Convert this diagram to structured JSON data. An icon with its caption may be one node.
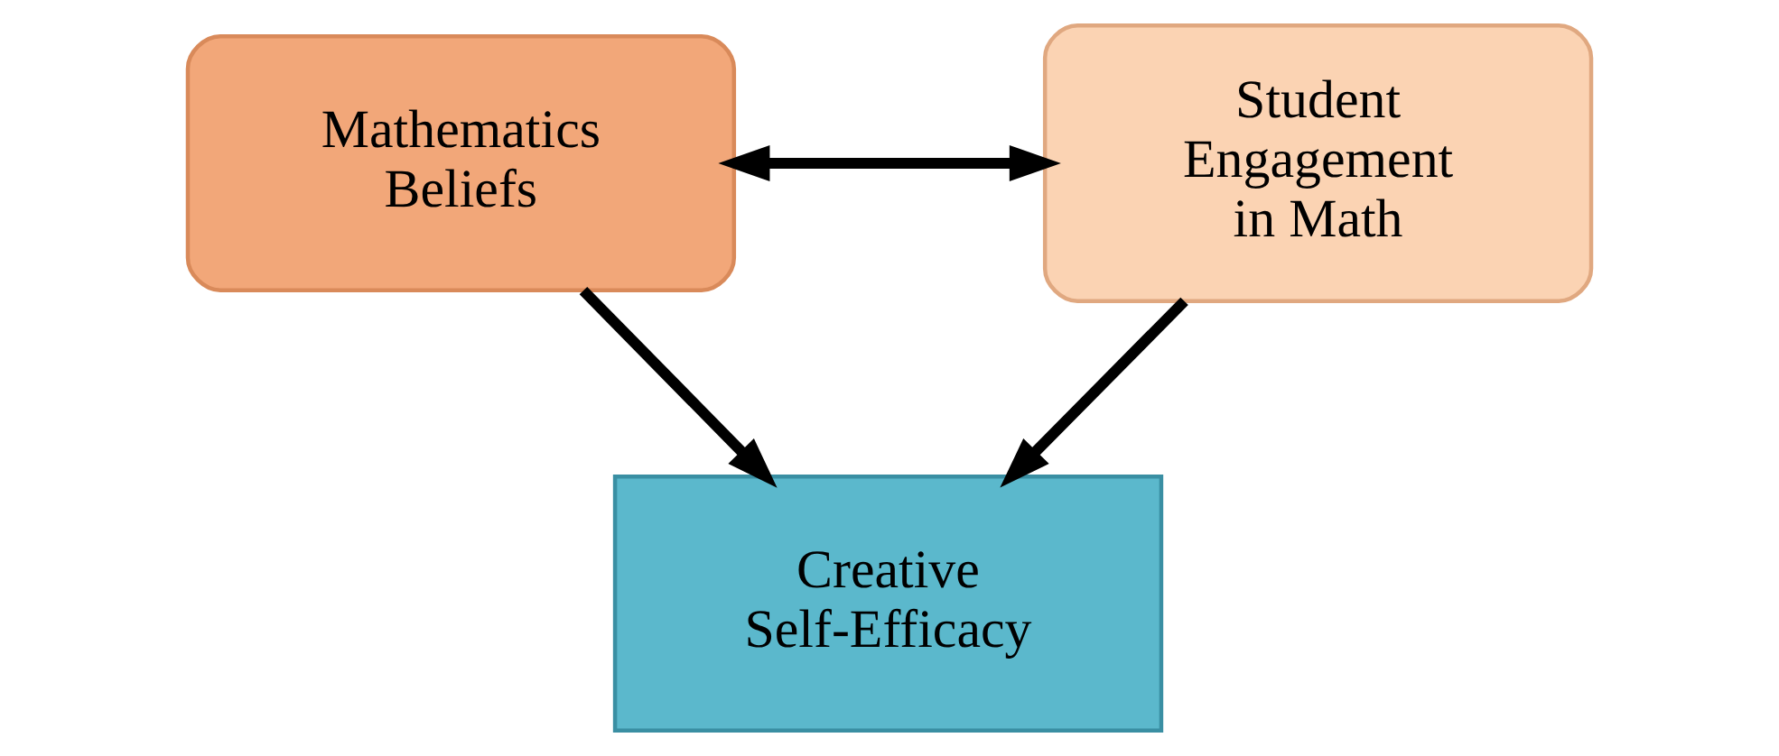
{
  "diagram": {
    "nodes": [
      {
        "text": [
          "Creative Self-Efficacy"
        ]
      },
      {
        "text": [
          "Mathematics Beliefs"
        ]
      },
      {
        "text": [
          "Student Engagement in Math"
        ]
      }
    ],
    "edges": [
      {
        "from": 1,
        "to": 0,
        "arrow": "to"
      },
      {
        "from": 2,
        "to": 0,
        "arrow": "to"
      },
      {
        "from": 1,
        "to": 2,
        "arrow": "both"
      }
    ]
  }
}
